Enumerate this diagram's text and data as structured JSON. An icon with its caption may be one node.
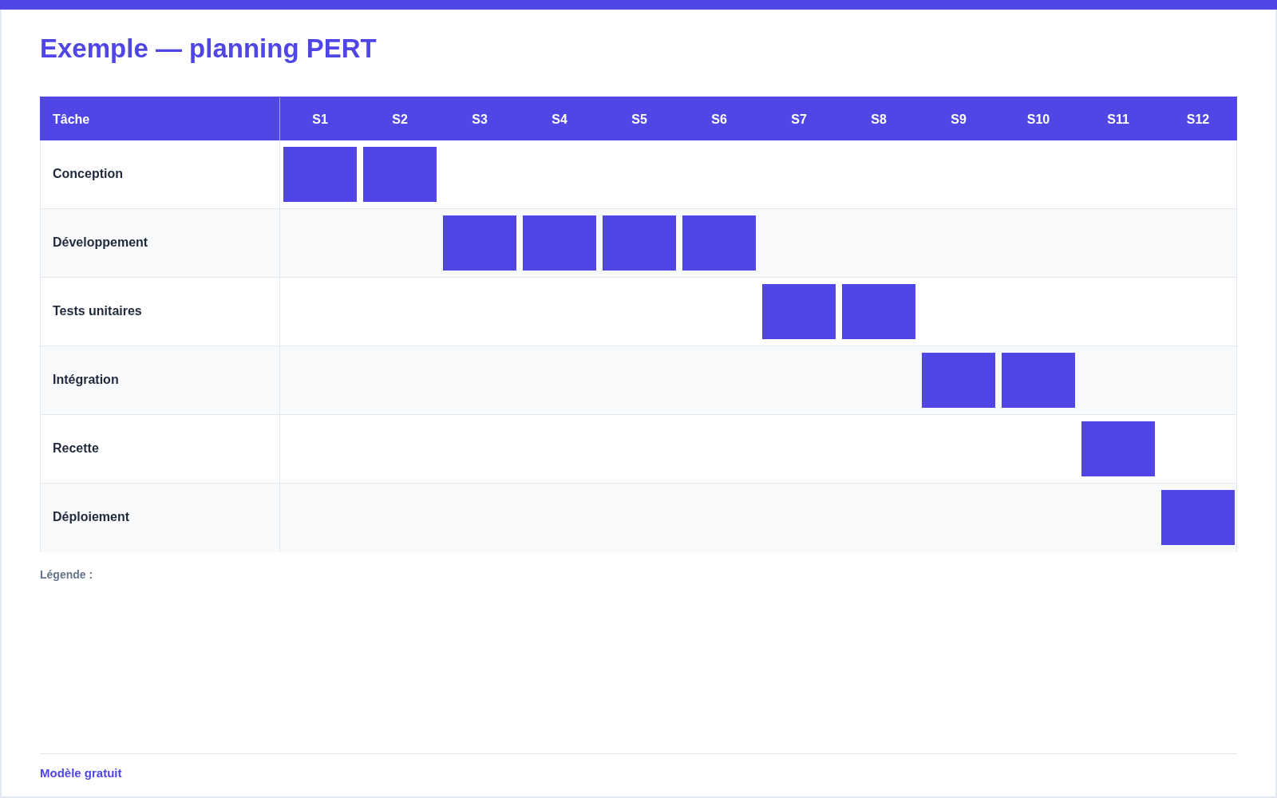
{
  "diagram": {
    "title": "Exemple — planning PERT",
    "nodes": [
      {
        "text": [],
        "shape": "box"
      },
      {
        "text": [],
        "shape": "box"
      },
      {
        "text": [],
        "shape": "box"
      },
      {
        "text": [],
        "shape": "box"
      },
      {
        "text": [],
        "shape": "box"
      },
      {
        "text": [],
        "shape": "box"
      },
      {
        "text": [],
        "shape": "box"
      },
      {
        "text": [],
        "shape": "box"
      },
      {
        "text": [],
        "shape": "box"
      },
      {
        "text": [],
        "shape": "box"
      },
      {
        "text": [],
        "shape": "box"
      },
      {
        "text": [],
        "shape": "box"
      }
    ],
    "labels": [
      "Tâche",
      "S1",
      "S2",
      "S3",
      "S4",
      "S5",
      "S6",
      "S7",
      "S8",
      "S9",
      "S10",
      "S11",
      "S12",
      "Conception",
      "Développement",
      "Tests unitaires",
      "Intégration",
      "Recette",
      "Déploiement",
      "Légende :",
      "Modèle gratuit"
    ]
  }
}
